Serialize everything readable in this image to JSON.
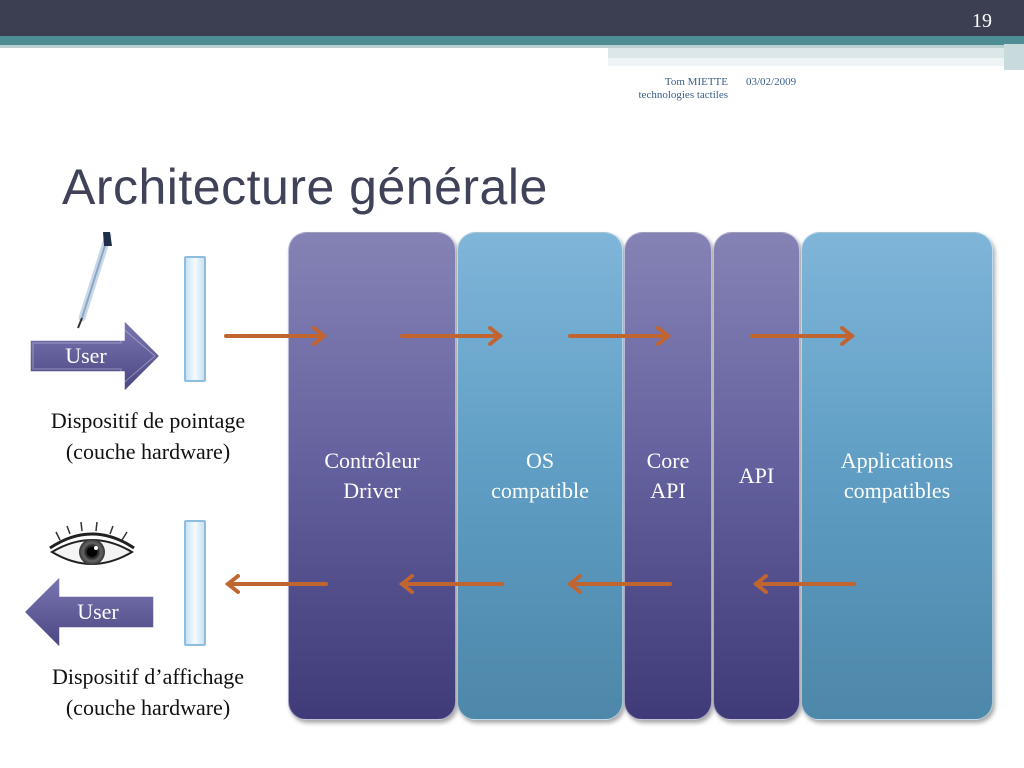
{
  "slide": {
    "page_number": "19",
    "author": "Tom MIETTE",
    "subtitle": "technologies tactiles",
    "date": "03/02/2009",
    "title": "Architecture générale"
  },
  "input": {
    "user_label": "User",
    "device_label": "Dispositif de pointage\n(couche hardware)"
  },
  "output": {
    "user_label": "User",
    "device_label": "Dispositif d’affichage\n(couche hardware)"
  },
  "layers": [
    {
      "label": "Contrôleur\nDriver",
      "color": "#625f9d"
    },
    {
      "label": "OS\ncompatible",
      "color": "#5f9dc4"
    },
    {
      "label": "Core\nAPI",
      "color": "#625f9d"
    },
    {
      "label": "API",
      "color": "#625f9d"
    },
    {
      "label": "Applications\ncompatibles",
      "color": "#5f9dc4"
    }
  ],
  "colors": {
    "flow_arrow": "#c0652f",
    "user_arrow": "#5a5694"
  }
}
